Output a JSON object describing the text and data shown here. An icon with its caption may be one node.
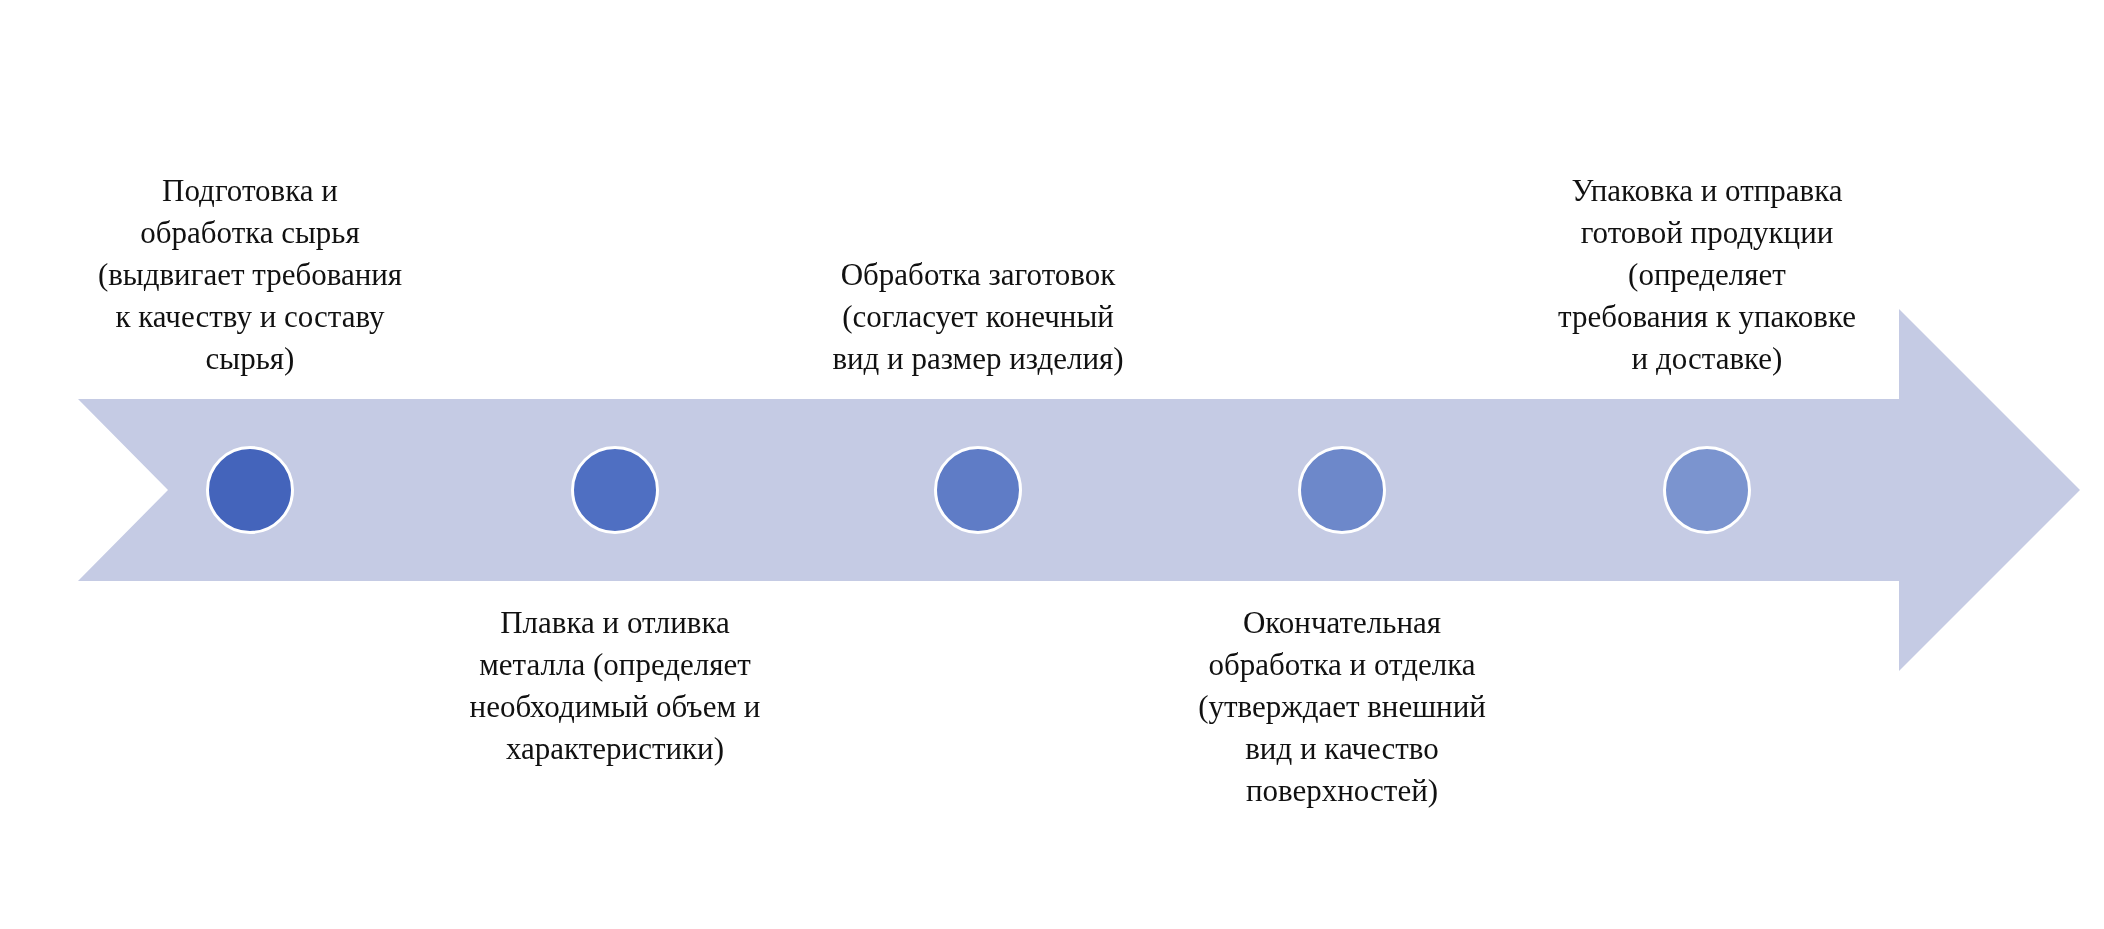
{
  "diagram": {
    "nodes": [
      {
        "text": [],
        "shape": "circle",
        "beside": [
          "Подготовка и обработка сырья (выдвигает требования к качеству и составу сырья)"
        ]
      },
      {
        "text": [],
        "shape": "circle",
        "beside": [
          "Плавка и отливка металла (определяет необходимый объем и характеристики)"
        ]
      },
      {
        "text": [],
        "shape": "circle",
        "beside": [
          "Обработка заготовок (согласует конечный вид и размер изделия)"
        ]
      },
      {
        "text": [],
        "shape": "circle",
        "beside": [
          "Окончательная обработка и отделка (утверждает внешний вид и качество поверхностей)"
        ]
      },
      {
        "text": [],
        "shape": "circle",
        "beside": [
          "Упаковка и отправка готовой продукции (определяет требования к упаковке и доставке)"
        ]
      }
    ]
  }
}
